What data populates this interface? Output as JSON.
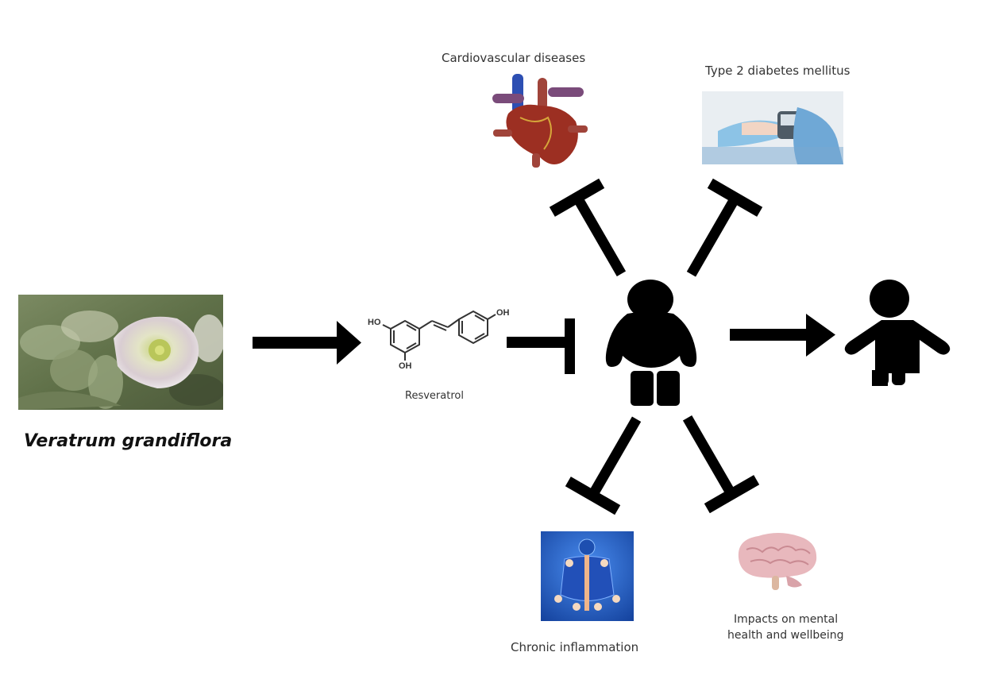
{
  "diagram": {
    "source": {
      "label": "Veratrum grandiflora",
      "image_icon": "flower-photo"
    },
    "compound": {
      "label": "Resveratrol",
      "substituents": [
        "HO",
        "OH",
        "OH"
      ]
    },
    "subject": {
      "icon": "obese-child-icon",
      "outcome_icon": "healthy-child-icon"
    },
    "relations": [
      {
        "from": "source",
        "to": "compound",
        "type": "activates"
      },
      {
        "from": "compound",
        "to": "subject",
        "type": "inhibits"
      },
      {
        "from": "subject",
        "to": "outcome",
        "type": "activates"
      },
      {
        "from": "subject",
        "to": "cardiovascular",
        "type": "inhibits"
      },
      {
        "from": "subject",
        "to": "diabetes",
        "type": "inhibits"
      },
      {
        "from": "subject",
        "to": "inflammation",
        "type": "inhibits"
      },
      {
        "from": "subject",
        "to": "mental",
        "type": "inhibits"
      }
    ],
    "conditions": {
      "cardiovascular": {
        "label": "Cardiovascular diseases",
        "icon": "heart-image"
      },
      "diabetes": {
        "label": "Type 2 diabetes mellitus",
        "icon": "glucose-meter-image"
      },
      "inflammation": {
        "label": "Chronic inflammation",
        "icon": "spine-image"
      },
      "mental": {
        "line1": "Impacts on mental",
        "line2": "health and wellbeing",
        "icon": "brain-image"
      }
    }
  },
  "colors": {
    "arrow": "#000000",
    "text": "#333333",
    "heart": "#9c2f22",
    "vessel_blue": "#2d4fb3",
    "spine_bg": "#1b63c9",
    "brain": "#e8b8bd",
    "glove": "#8cc3e6"
  }
}
